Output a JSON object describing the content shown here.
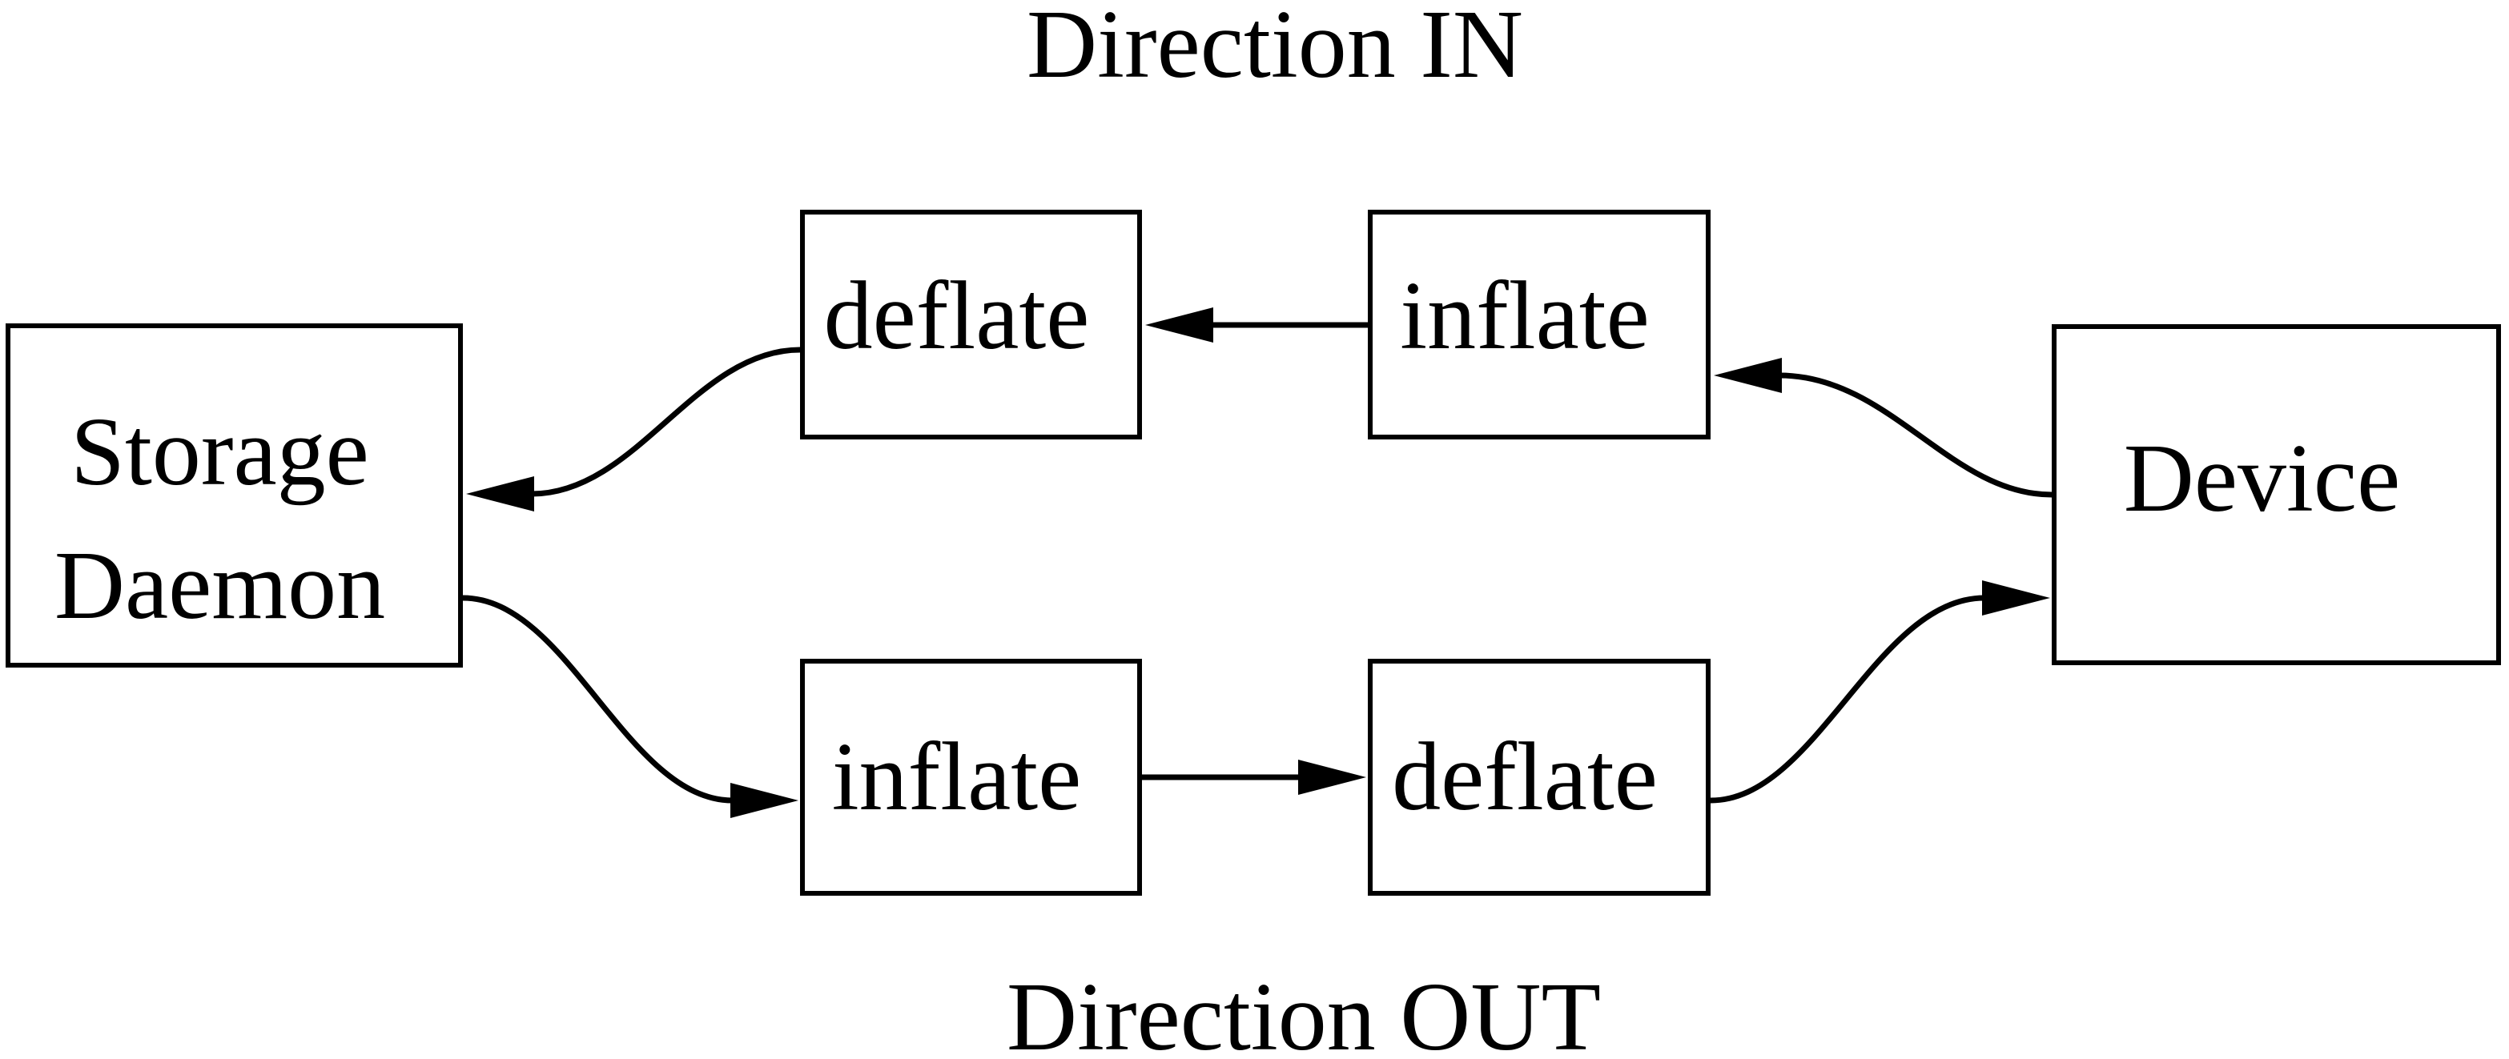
{
  "colors": {
    "ink": "#000000",
    "background": "#ffffff"
  },
  "titles": {
    "direction_in": "Direction IN",
    "direction_out": "Direction OUT"
  },
  "nodes": {
    "storage_daemon": {
      "lines": [
        "Storage",
        "Daemon"
      ]
    },
    "deflate_in": {
      "label": "deflate"
    },
    "inflate_in": {
      "label": "inflate"
    },
    "inflate_out": {
      "label": "inflate"
    },
    "deflate_out": {
      "label": "deflate"
    },
    "device": {
      "label": "Device"
    }
  },
  "edges": [
    {
      "id": "device-to-inflate-in",
      "from": "device",
      "to": "inflate_in",
      "direction": "in",
      "style": "s-curve",
      "arrow": "filled-triangle"
    },
    {
      "id": "inflate-in-to-deflate-in",
      "from": "inflate_in",
      "to": "deflate_in",
      "direction": "in",
      "style": "straight",
      "arrow": "filled-triangle"
    },
    {
      "id": "deflate-in-to-storage-daemon",
      "from": "deflate_in",
      "to": "storage_daemon",
      "direction": "in",
      "style": "s-curve",
      "arrow": "filled-triangle"
    },
    {
      "id": "storage-daemon-to-inflate-out",
      "from": "storage_daemon",
      "to": "inflate_out",
      "direction": "out",
      "style": "s-curve",
      "arrow": "filled-triangle"
    },
    {
      "id": "inflate-out-to-deflate-out",
      "from": "inflate_out",
      "to": "deflate_out",
      "direction": "out",
      "style": "straight",
      "arrow": "filled-triangle"
    },
    {
      "id": "deflate-out-to-device",
      "from": "deflate_out",
      "to": "device",
      "direction": "out",
      "style": "s-curve",
      "arrow": "filled-triangle"
    }
  ]
}
